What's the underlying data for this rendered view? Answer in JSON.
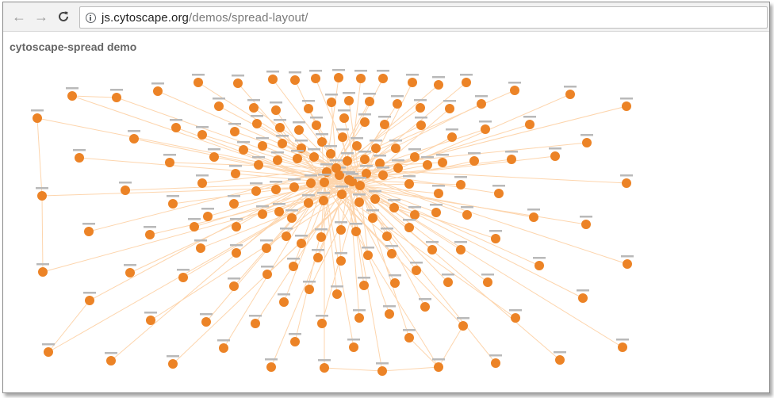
{
  "browser": {
    "back_icon": "arrow-left-icon",
    "forward_icon": "arrow-right-icon",
    "reload_icon": "reload-icon",
    "url_host": "js.cytoscape.org",
    "url_path": "/demos/spread-layout/"
  },
  "page": {
    "title": "cytoscape-spread demo"
  },
  "colors": {
    "node": "#ec8326",
    "edge": "#fdd5ad",
    "title": "#666666"
  }
}
